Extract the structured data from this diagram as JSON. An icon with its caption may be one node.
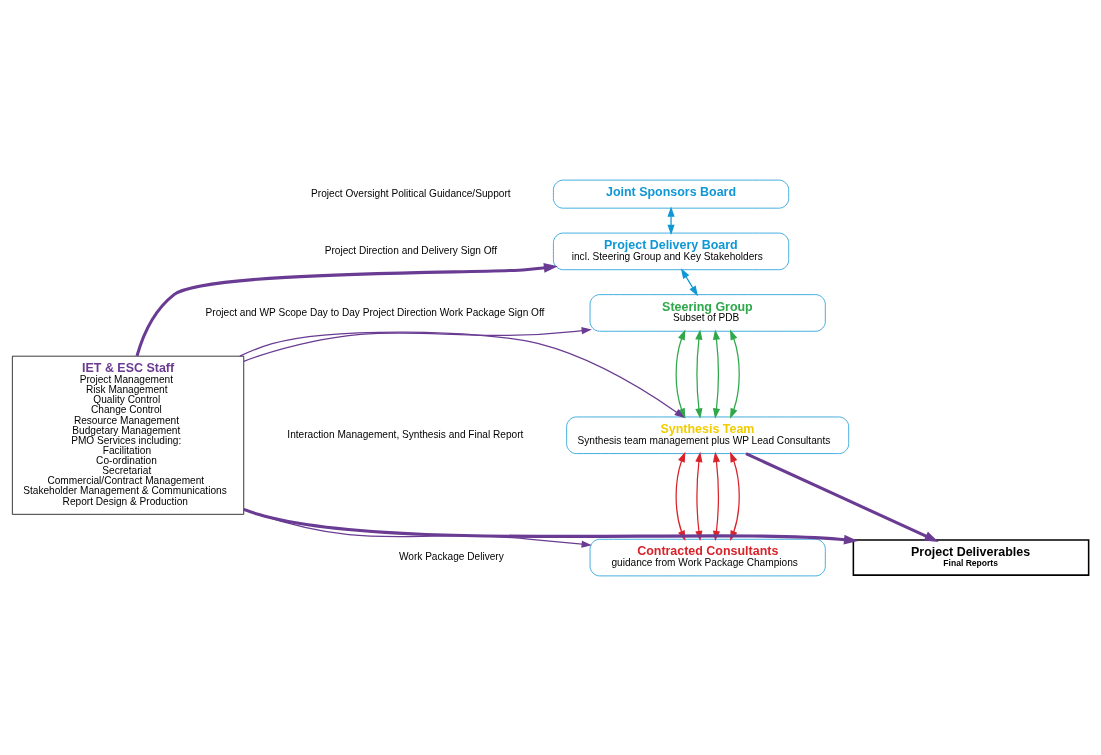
{
  "diagram": {
    "nodes": [
      {
        "text": [
          "Joint Sponsors Board"
        ]
      },
      {
        "text": [
          "Project Delivery Board",
          "incl. Steering Group and Key Stakeholders"
        ]
      },
      {
        "text": [
          "Steering Group",
          "Subset of PDB"
        ]
      },
      {
        "text": [
          "Synthesis Team",
          "Synthesis team management plus WP Lead Consultants"
        ]
      },
      {
        "text": [
          "Contracted Consultants",
          "guidance from Work Package Champions"
        ]
      },
      {
        "text": [
          "Project Deliverables",
          "Final Reports"
        ]
      },
      {
        "text": [
          "IET & ESC Staff",
          "Project Management",
          "Risk Management",
          "Quality Control",
          "Change Control",
          "Resource Management",
          "Budgetary Management",
          "PMO Services including:",
          "Facilitation",
          "Co-ordination",
          "Secretariat",
          "Commercial/Contract Management",
          "Stakeholder Management & Communications",
          "Report Design & Production"
        ]
      }
    ],
    "edges": [
      {
        "from": 0,
        "to": 1,
        "arrow": "both",
        "color": "#0f97d6"
      },
      {
        "from": 1,
        "to": 2,
        "arrow": "both",
        "color": "#0f97d6"
      },
      {
        "from": 2,
        "to": 3,
        "arrow": "both",
        "color": "#2ea84a"
      },
      {
        "from": 2,
        "to": 3,
        "arrow": "both",
        "color": "#2ea84a"
      },
      {
        "from": 2,
        "to": 3,
        "arrow": "both",
        "color": "#2ea84a"
      },
      {
        "from": 2,
        "to": 3,
        "arrow": "both",
        "color": "#2ea84a"
      },
      {
        "from": 3,
        "to": 4,
        "arrow": "both",
        "color": "#d8232a"
      },
      {
        "from": 3,
        "to": 4,
        "arrow": "both",
        "color": "#d8232a"
      },
      {
        "from": 3,
        "to": 4,
        "arrow": "both",
        "color": "#d8232a"
      },
      {
        "from": 3,
        "to": 4,
        "arrow": "both",
        "color": "#d8232a"
      },
      {
        "from": 3,
        "to": 5,
        "arrow": "to",
        "style": "thick",
        "color": "#6a3b92"
      },
      {
        "from": 6,
        "to": 1,
        "arrow": "to",
        "style": "thick",
        "color": "#6a3b92"
      },
      {
        "from": 6,
        "to": 2,
        "arrow": "to",
        "color": "#6a3b92"
      },
      {
        "from": 6,
        "to": 3,
        "arrow": "to",
        "color": "#6a3b92"
      },
      {
        "from": 6,
        "to": 4,
        "arrow": "to",
        "color": "#6a3b92"
      },
      {
        "from": 6,
        "to": 5,
        "arrow": "to",
        "style": "thick",
        "color": "#6a3b92"
      }
    ],
    "labels": [
      "Project Oversight Political Guidance/Support",
      "Project Direction and Delivery Sign Off",
      "Project and WP Scope Day to Day Project Direction Work Package Sign Off",
      "Interaction Management, Synthesis and Final Report",
      "Work Package Delivery"
    ]
  }
}
